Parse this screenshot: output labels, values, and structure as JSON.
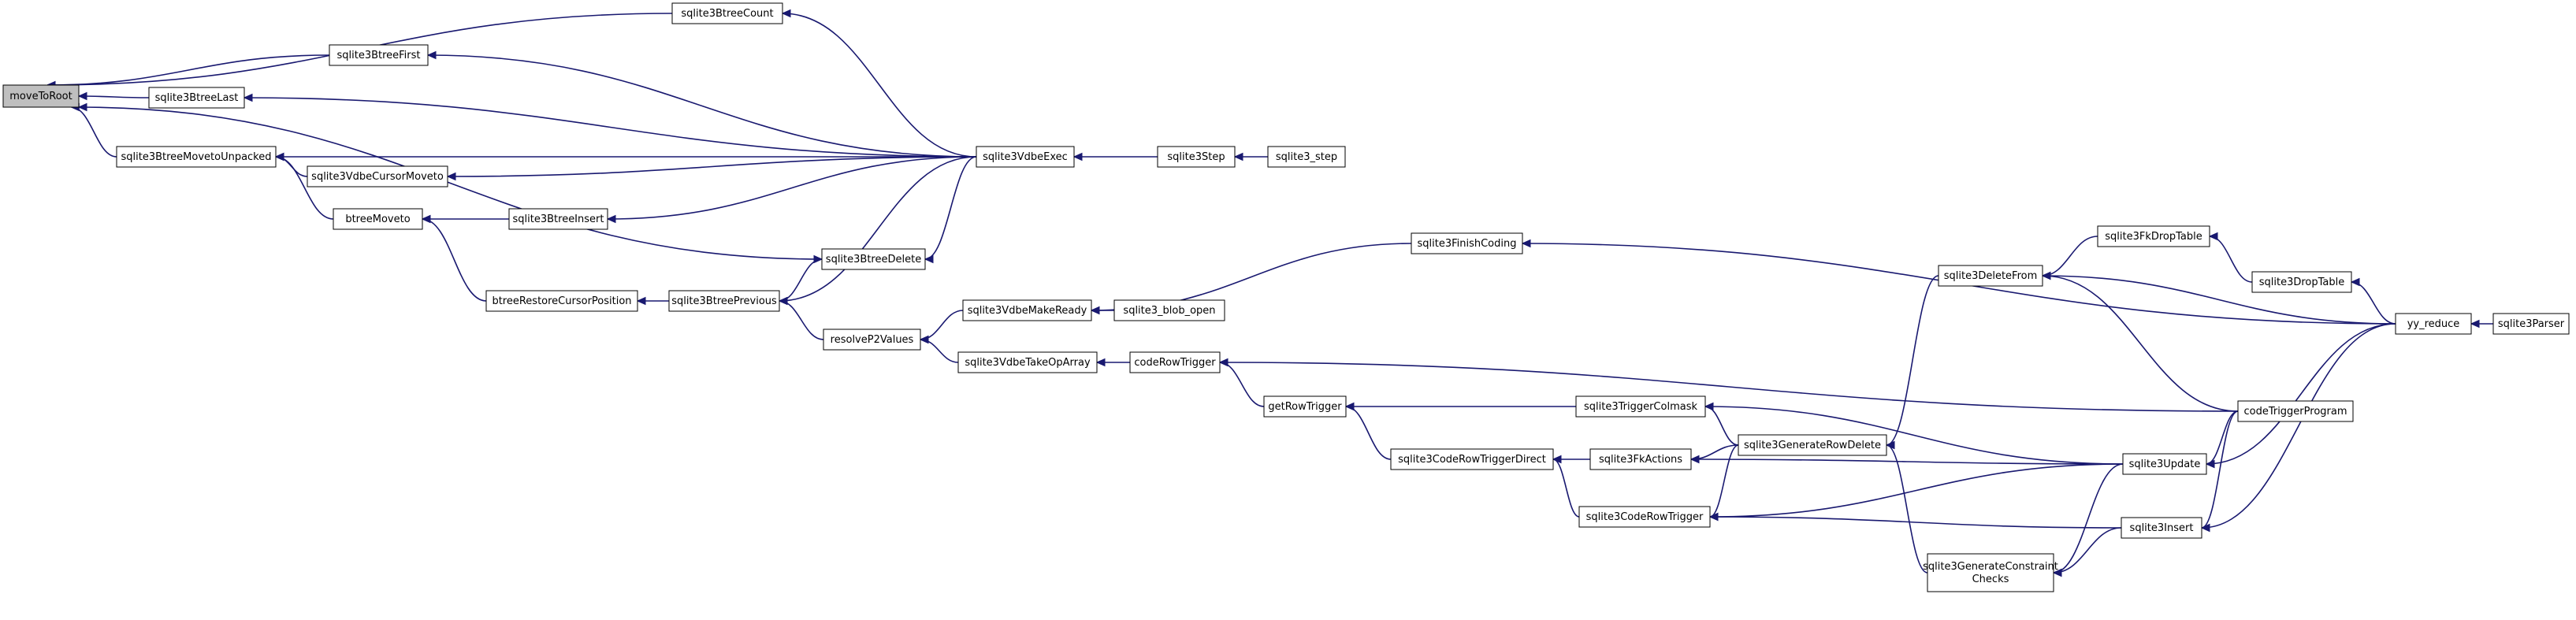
{
  "graph": {
    "edge_color": "#191970",
    "root_fill": "#bfbfbf",
    "nodes": [
      {
        "id": "moveToRoot",
        "label": "moveToRoot",
        "root": true
      },
      {
        "id": "sqlite3BtreeCount",
        "label": "sqlite3BtreeCount"
      },
      {
        "id": "sqlite3BtreeFirst",
        "label": "sqlite3BtreeFirst"
      },
      {
        "id": "sqlite3BtreeLast",
        "label": "sqlite3BtreeLast"
      },
      {
        "id": "sqlite3BtreeMovetoUnpacked",
        "label": "sqlite3BtreeMovetoUnpacked"
      },
      {
        "id": "sqlite3VdbeCursorMoveto",
        "label": "sqlite3VdbeCursorMoveto"
      },
      {
        "id": "btreeMoveto",
        "label": "btreeMoveto"
      },
      {
        "id": "sqlite3BtreeInsert",
        "label": "sqlite3BtreeInsert"
      },
      {
        "id": "sqlite3BtreeDelete",
        "label": "sqlite3BtreeDelete"
      },
      {
        "id": "btreeRestoreCursorPosition",
        "label": "btreeRestoreCursorPosition"
      },
      {
        "id": "sqlite3BtreePrevious",
        "label": "sqlite3BtreePrevious"
      },
      {
        "id": "resolveP2Values",
        "label": "resolveP2Values"
      },
      {
        "id": "sqlite3VdbeExec",
        "label": "sqlite3VdbeExec"
      },
      {
        "id": "sqlite3Step",
        "label": "sqlite3Step"
      },
      {
        "id": "sqlite3_step",
        "label": "sqlite3_step"
      },
      {
        "id": "sqlite3VdbeMakeReady",
        "label": "sqlite3VdbeMakeReady"
      },
      {
        "id": "sqlite3_blob_open",
        "label": "sqlite3_blob_open"
      },
      {
        "id": "sqlite3VdbeTakeOpArray",
        "label": "sqlite3VdbeTakeOpArray"
      },
      {
        "id": "codeRowTrigger",
        "label": "codeRowTrigger"
      },
      {
        "id": "getRowTrigger",
        "label": "getRowTrigger"
      },
      {
        "id": "sqlite3FinishCoding",
        "label": "sqlite3FinishCoding"
      },
      {
        "id": "sqlite3TriggerColmask",
        "label": "sqlite3TriggerColmask"
      },
      {
        "id": "sqlite3CodeRowTriggerDirect",
        "label": "sqlite3CodeRowTriggerDirect"
      },
      {
        "id": "sqlite3FkActions",
        "label": "sqlite3FkActions"
      },
      {
        "id": "sqlite3CodeRowTrigger",
        "label": "sqlite3CodeRowTrigger"
      },
      {
        "id": "sqlite3GenerateRowDelete",
        "label": "sqlite3GenerateRowDelete"
      },
      {
        "id": "sqlite3DeleteFrom",
        "label": "sqlite3DeleteFrom"
      },
      {
        "id": "sqlite3FkDropTable",
        "label": "sqlite3FkDropTable"
      },
      {
        "id": "sqlite3DropTable",
        "label": "sqlite3DropTable"
      },
      {
        "id": "codeTriggerProgram",
        "label": "codeTriggerProgram"
      },
      {
        "id": "sqlite3Update",
        "label": "sqlite3Update"
      },
      {
        "id": "sqlite3Insert",
        "label": "sqlite3Insert"
      },
      {
        "id": "sqlite3GenerateConstraintChecks",
        "label": "sqlite3GenerateConstraint\nChecks"
      },
      {
        "id": "yy_reduce",
        "label": "yy_reduce"
      },
      {
        "id": "sqlite3Parser",
        "label": "sqlite3Parser"
      }
    ],
    "edges": [
      [
        "sqlite3BtreeCount",
        "moveToRoot"
      ],
      [
        "sqlite3BtreeFirst",
        "moveToRoot"
      ],
      [
        "sqlite3BtreeLast",
        "moveToRoot"
      ],
      [
        "sqlite3BtreeMovetoUnpacked",
        "moveToRoot"
      ],
      [
        "sqlite3BtreeDelete",
        "moveToRoot"
      ],
      [
        "sqlite3VdbeExec",
        "sqlite3BtreeCount"
      ],
      [
        "sqlite3VdbeExec",
        "sqlite3BtreeFirst"
      ],
      [
        "sqlite3VdbeExec",
        "sqlite3BtreeLast"
      ],
      [
        "sqlite3VdbeExec",
        "sqlite3BtreeMovetoUnpacked"
      ],
      [
        "sqlite3VdbeCursorMoveto",
        "sqlite3BtreeMovetoUnpacked"
      ],
      [
        "btreeMoveto",
        "sqlite3BtreeMovetoUnpacked"
      ],
      [
        "sqlite3VdbeExec",
        "sqlite3VdbeCursorMoveto"
      ],
      [
        "sqlite3BtreeInsert",
        "btreeMoveto"
      ],
      [
        "btreeRestoreCursorPosition",
        "btreeMoveto"
      ],
      [
        "sqlite3VdbeExec",
        "sqlite3BtreeInsert"
      ],
      [
        "sqlite3VdbeExec",
        "sqlite3BtreeDelete"
      ],
      [
        "sqlite3BtreePrevious",
        "sqlite3BtreeDelete"
      ],
      [
        "sqlite3BtreePrevious",
        "btreeRestoreCursorPosition"
      ],
      [
        "sqlite3VdbeExec",
        "sqlite3BtreePrevious"
      ],
      [
        "resolveP2Values",
        "sqlite3BtreePrevious"
      ],
      [
        "sqlite3Step",
        "sqlite3VdbeExec"
      ],
      [
        "sqlite3_step",
        "sqlite3Step"
      ],
      [
        "sqlite3VdbeMakeReady",
        "resolveP2Values"
      ],
      [
        "sqlite3VdbeTakeOpArray",
        "resolveP2Values"
      ],
      [
        "sqlite3FinishCoding",
        "sqlite3VdbeMakeReady"
      ],
      [
        "sqlite3_blob_open",
        "sqlite3VdbeMakeReady"
      ],
      [
        "codeRowTrigger",
        "sqlite3VdbeTakeOpArray"
      ],
      [
        "getRowTrigger",
        "codeRowTrigger"
      ],
      [
        "codeTriggerProgram",
        "codeRowTrigger"
      ],
      [
        "yy_reduce",
        "sqlite3FinishCoding"
      ],
      [
        "sqlite3TriggerColmask",
        "getRowTrigger"
      ],
      [
        "sqlite3CodeRowTriggerDirect",
        "getRowTrigger"
      ],
      [
        "sqlite3GenerateRowDelete",
        "sqlite3TriggerColmask"
      ],
      [
        "sqlite3Update",
        "sqlite3TriggerColmask"
      ],
      [
        "sqlite3FkActions",
        "sqlite3CodeRowTriggerDirect"
      ],
      [
        "sqlite3CodeRowTrigger",
        "sqlite3CodeRowTriggerDirect"
      ],
      [
        "sqlite3GenerateRowDelete",
        "sqlite3FkActions"
      ],
      [
        "sqlite3Update",
        "sqlite3FkActions"
      ],
      [
        "sqlite3GenerateRowDelete",
        "sqlite3CodeRowTrigger"
      ],
      [
        "sqlite3Update",
        "sqlite3CodeRowTrigger"
      ],
      [
        "sqlite3Insert",
        "sqlite3CodeRowTrigger"
      ],
      [
        "sqlite3DeleteFrom",
        "sqlite3GenerateRowDelete"
      ],
      [
        "sqlite3GenerateConstraintChecks",
        "sqlite3GenerateRowDelete"
      ],
      [
        "sqlite3FkDropTable",
        "sqlite3DeleteFrom"
      ],
      [
        "codeTriggerProgram",
        "sqlite3DeleteFrom"
      ],
      [
        "yy_reduce",
        "sqlite3DeleteFrom"
      ],
      [
        "sqlite3DropTable",
        "sqlite3FkDropTable"
      ],
      [
        "yy_reduce",
        "sqlite3DropTable"
      ],
      [
        "sqlite3Update",
        "sqlite3GenerateConstraintChecks"
      ],
      [
        "sqlite3Insert",
        "sqlite3GenerateConstraintChecks"
      ],
      [
        "codeTriggerProgram",
        "sqlite3Update"
      ],
      [
        "yy_reduce",
        "sqlite3Update"
      ],
      [
        "codeTriggerProgram",
        "sqlite3Insert"
      ],
      [
        "yy_reduce",
        "sqlite3Insert"
      ],
      [
        "sqlite3Parser",
        "yy_reduce"
      ]
    ]
  }
}
